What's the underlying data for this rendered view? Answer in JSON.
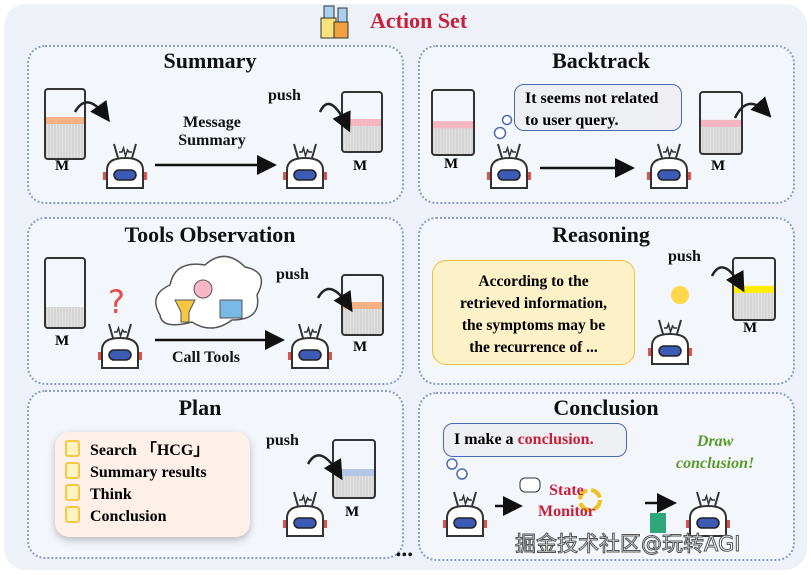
{
  "header": {
    "title": "Action Set",
    "title_color": "#c8203a",
    "icon": "boxes-icon"
  },
  "memory_label": "M",
  "push_label": "push",
  "summary": {
    "title": "Summary",
    "arrow_label_1": "Message",
    "arrow_label_2": "Summary",
    "band_color_before": "#f4b183",
    "band_color_after": "#f4b6c2"
  },
  "backtrack": {
    "title": "Backtrack",
    "thought": "It seems not related to user query.",
    "band_color": "#f4b6c2"
  },
  "tools": {
    "title": "Tools Observation",
    "arrow_label": "Call Tools",
    "band_color": "#f4b183"
  },
  "reasoning": {
    "title": "Reasoning",
    "lines": [
      "According to the",
      "retrieved information,",
      "the symptoms may be",
      "the  recurrence of ..."
    ],
    "band_color": "#ffee00"
  },
  "plan": {
    "title": "Plan",
    "items": [
      "Search 「HCG」",
      "Summary results",
      "Think",
      "Conclusion"
    ],
    "band_color": "#b4c7e7"
  },
  "conclusion": {
    "title": "Conclusion",
    "thought_prefix": "I make a ",
    "thought_highlight": "conclusion.",
    "monitor_1": "State",
    "monitor_2": "Monitor",
    "draw_1": "Draw",
    "draw_2": "conclusion!",
    "draw_color": "#5a9a2a"
  },
  "ellipsis": "•••",
  "watermark": "掘金技术社区@玩转AGI"
}
